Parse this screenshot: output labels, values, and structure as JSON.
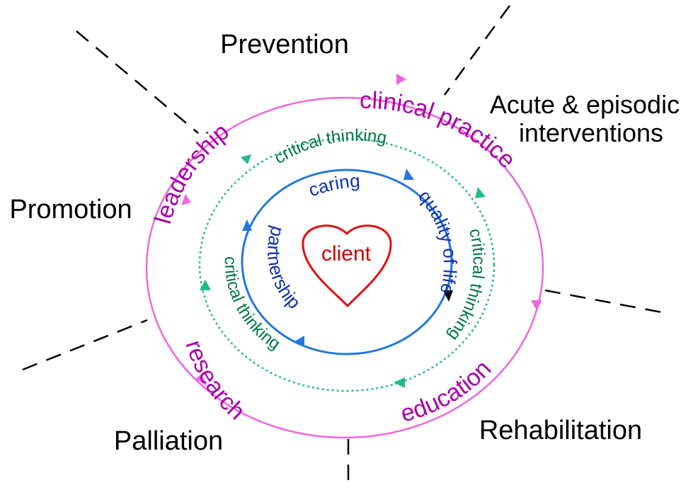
{
  "sectors": {
    "prevention": "Prevention",
    "acute_line1": "Acute & episodic",
    "acute_line2": "interventions",
    "promotion": "Promotion",
    "palliation": "Palliation",
    "rehabilitation": "Rehabilitation"
  },
  "outer_ring": {
    "color": "#ee66dd",
    "text_color": "#aa00aa",
    "items": [
      "clinical practice",
      "education",
      "research",
      "leadership"
    ]
  },
  "middle_ring": {
    "color": "#22bb88",
    "text_color": "#007744",
    "items": [
      "critical thinking",
      "critical thinking",
      "critical thinking",
      "critical thinking"
    ]
  },
  "inner_ring": {
    "color": "#2277dd",
    "text_color": "#1133aa",
    "items": [
      "caring",
      "quality of life",
      "partnership"
    ]
  },
  "center": {
    "label": "client",
    "heart_color": "#dd1111",
    "text_color": "#cc0000"
  }
}
